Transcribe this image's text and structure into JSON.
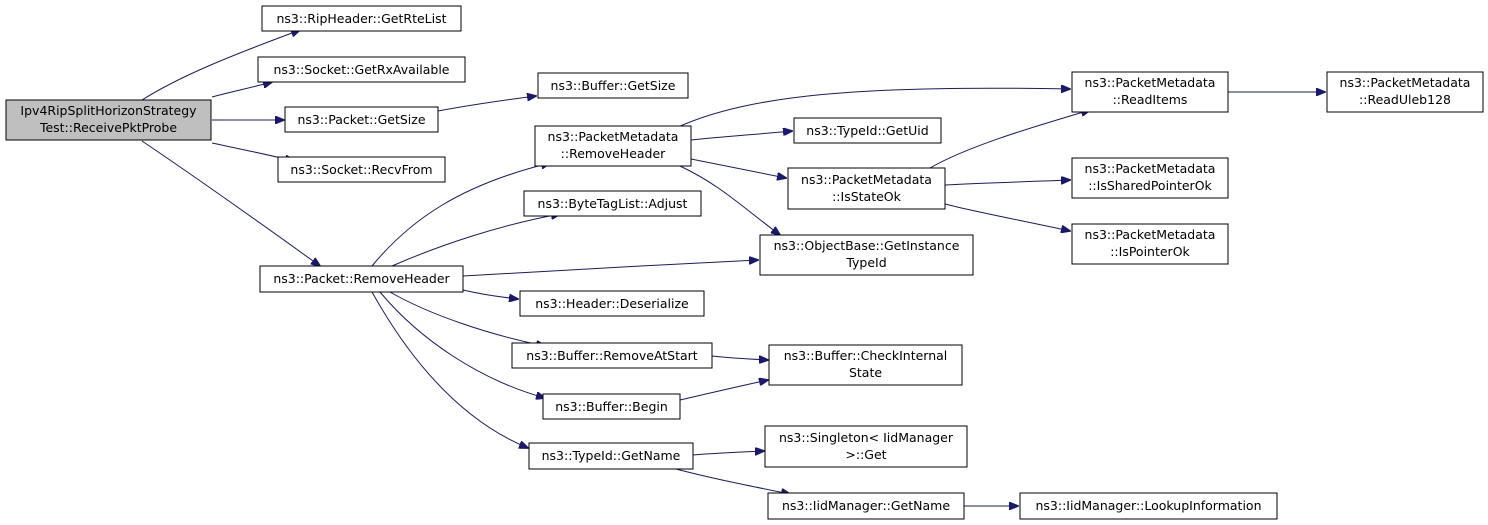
{
  "graph": {
    "edge_color": "#191970",
    "root_fill": "#bfbfbf",
    "node_fill": "#ffffff",
    "nodes": [
      {
        "id": "root",
        "lines": [
          "Ipv4RipSplitHorizonStrategy",
          "Test::ReceivePktProbe"
        ]
      },
      {
        "id": "getrtelist",
        "lines": [
          "ns3::RipHeader::GetRteList"
        ]
      },
      {
        "id": "getrxavailable",
        "lines": [
          "ns3::Socket::GetRxAvailable"
        ]
      },
      {
        "id": "packet-getsize",
        "lines": [
          "ns3::Packet::GetSize"
        ]
      },
      {
        "id": "recvfrom",
        "lines": [
          "ns3::Socket::RecvFrom"
        ]
      },
      {
        "id": "packet-removeheader",
        "lines": [
          "ns3::Packet::RemoveHeader"
        ]
      },
      {
        "id": "buffer-getsize",
        "lines": [
          "ns3::Buffer::GetSize"
        ]
      },
      {
        "id": "pm-removeheader",
        "lines": [
          "ns3::PacketMetadata",
          "::RemoveHeader"
        ]
      },
      {
        "id": "bytetaglist-adjust",
        "lines": [
          "ns3::ByteTagList::Adjust"
        ]
      },
      {
        "id": "header-deserialize",
        "lines": [
          "ns3::Header::Deserialize"
        ]
      },
      {
        "id": "buffer-removeatstart",
        "lines": [
          "ns3::Buffer::RemoveAtStart"
        ]
      },
      {
        "id": "buffer-begin",
        "lines": [
          "ns3::Buffer::Begin"
        ]
      },
      {
        "id": "typeid-getname",
        "lines": [
          "ns3::TypeId::GetName"
        ]
      },
      {
        "id": "typeid-getuid",
        "lines": [
          "ns3::TypeId::GetUid"
        ]
      },
      {
        "id": "pm-isstateok",
        "lines": [
          "ns3::PacketMetadata",
          "::IsStateOk"
        ]
      },
      {
        "id": "objectbase-getinstancetypeid",
        "lines": [
          "ns3::ObjectBase::GetInstance",
          "TypeId"
        ]
      },
      {
        "id": "buffer-checkinternalstate",
        "lines": [
          "ns3::Buffer::CheckInternal",
          "State"
        ]
      },
      {
        "id": "singleton-get",
        "lines": [
          "ns3::Singleton< IidManager",
          " >::Get"
        ]
      },
      {
        "id": "iidmanager-getname",
        "lines": [
          "ns3::IidManager::GetName"
        ]
      },
      {
        "id": "pm-readitems",
        "lines": [
          "ns3::PacketMetadata",
          "::ReadItems"
        ]
      },
      {
        "id": "pm-issharedpointerok",
        "lines": [
          "ns3::PacketMetadata",
          "::IsSharedPointerOk"
        ]
      },
      {
        "id": "pm-ispointerok",
        "lines": [
          "ns3::PacketMetadata",
          "::IsPointerOk"
        ]
      },
      {
        "id": "iidmanager-lookupinformation",
        "lines": [
          "ns3::IidManager::LookupInformation"
        ]
      },
      {
        "id": "pm-readuleb128",
        "lines": [
          "ns3::PacketMetadata",
          "::ReadUleb128"
        ]
      }
    ],
    "edges": [
      {
        "from": "root",
        "to": "getrtelist"
      },
      {
        "from": "root",
        "to": "getrxavailable"
      },
      {
        "from": "root",
        "to": "packet-getsize"
      },
      {
        "from": "root",
        "to": "recvfrom"
      },
      {
        "from": "root",
        "to": "packet-removeheader"
      },
      {
        "from": "packet-getsize",
        "to": "buffer-getsize"
      },
      {
        "from": "packet-removeheader",
        "to": "pm-removeheader"
      },
      {
        "from": "packet-removeheader",
        "to": "bytetaglist-adjust"
      },
      {
        "from": "packet-removeheader",
        "to": "objectbase-getinstancetypeid"
      },
      {
        "from": "packet-removeheader",
        "to": "header-deserialize"
      },
      {
        "from": "packet-removeheader",
        "to": "buffer-removeatstart"
      },
      {
        "from": "packet-removeheader",
        "to": "buffer-begin"
      },
      {
        "from": "packet-removeheader",
        "to": "typeid-getname"
      },
      {
        "from": "pm-removeheader",
        "to": "pm-readitems"
      },
      {
        "from": "pm-removeheader",
        "to": "typeid-getuid"
      },
      {
        "from": "pm-removeheader",
        "to": "pm-isstateok"
      },
      {
        "from": "pm-removeheader",
        "to": "objectbase-getinstancetypeid"
      },
      {
        "from": "pm-isstateok",
        "to": "pm-readitems"
      },
      {
        "from": "pm-isstateok",
        "to": "pm-issharedpointerok"
      },
      {
        "from": "pm-isstateok",
        "to": "pm-ispointerok"
      },
      {
        "from": "pm-readitems",
        "to": "pm-readuleb128"
      },
      {
        "from": "buffer-removeatstart",
        "to": "buffer-checkinternalstate"
      },
      {
        "from": "buffer-begin",
        "to": "buffer-checkinternalstate"
      },
      {
        "from": "typeid-getname",
        "to": "singleton-get"
      },
      {
        "from": "typeid-getname",
        "to": "iidmanager-getname"
      },
      {
        "from": "iidmanager-getname",
        "to": "iidmanager-lookupinformation"
      }
    ]
  }
}
